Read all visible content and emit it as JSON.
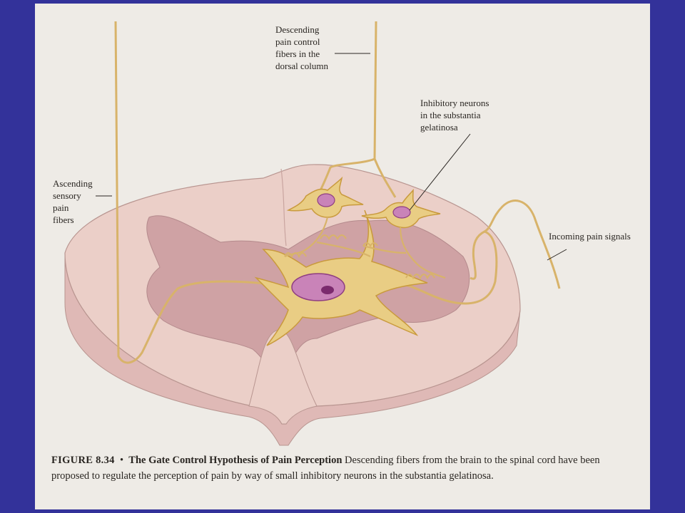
{
  "labels": {
    "descending": "Descending\npain control\nfibers in the\ndorsal column",
    "inhibitory": "Inhibitory neurons\nin the substantia\ngelatinosa",
    "ascending": "Ascending\nsensory\npain\nfibers",
    "incoming": "Incoming pain signals"
  },
  "caption": {
    "figure": "FIGURE 8.34",
    "bullet": "•",
    "title": "The Gate Control Hypothesis of Pain Perception",
    "text": "Descending fibers from the brain to the spinal cord have been proposed to regulate the perception of pain by way of small inhibitory neurons in the substantia gelatinosa."
  },
  "colors": {
    "background": "#33329a",
    "paper": "#eeebe6",
    "cord_outer": "#ebcfc8",
    "cord_side": "#dfb9b6",
    "gray_matter": "#cfa2a4",
    "fiber": "#d8b36a",
    "nucleus": "#b667a6"
  }
}
